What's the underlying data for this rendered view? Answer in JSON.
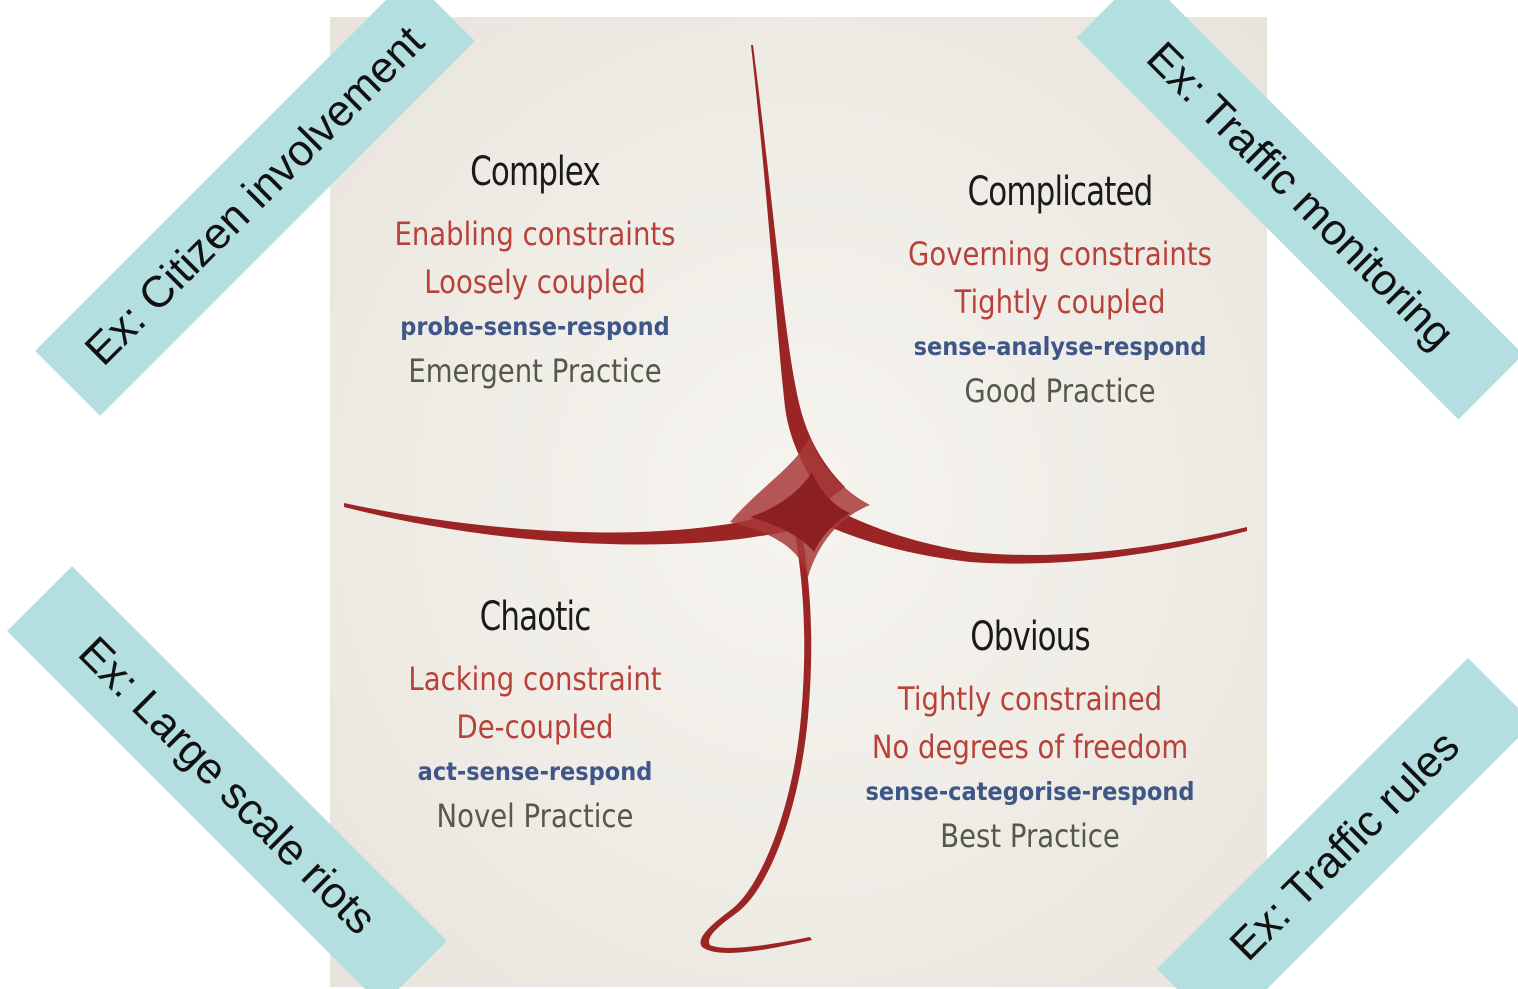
{
  "colors": {
    "background": "#ffffff",
    "panel": "#efece6",
    "divider": "#9b2525",
    "title": "#1a1a1a",
    "constraint_text": "#b8413a",
    "method_text": "#3e5688",
    "practice_text": "#55584a",
    "example_banner": "#b4dfe1"
  },
  "quadrants": {
    "complex": {
      "title": "Complex",
      "constraint": "Enabling constraints",
      "coupling": "Loosely coupled",
      "method": "probe-sense-respond",
      "practice": "Emergent Practice"
    },
    "complicated": {
      "title": "Complicated",
      "constraint": "Governing constraints",
      "coupling": "Tightly coupled",
      "method": "sense-analyse-respond",
      "practice": "Good Practice"
    },
    "chaotic": {
      "title": "Chaotic",
      "constraint": "Lacking constraint",
      "coupling": "De-coupled",
      "method": "act-sense-respond",
      "practice": "Novel Practice"
    },
    "obvious": {
      "title": "Obvious",
      "constraint": "Tightly constrained",
      "coupling": "No degrees of freedom",
      "method": "sense-categorise-respond",
      "practice": "Best Practice"
    }
  },
  "examples": {
    "top_left": "Ex: Citizen involvement",
    "top_right": "Ex: Traffic monitoring",
    "bottom_left": "Ex: Large scale riots",
    "bottom_right": "Ex: Traffic rules"
  }
}
